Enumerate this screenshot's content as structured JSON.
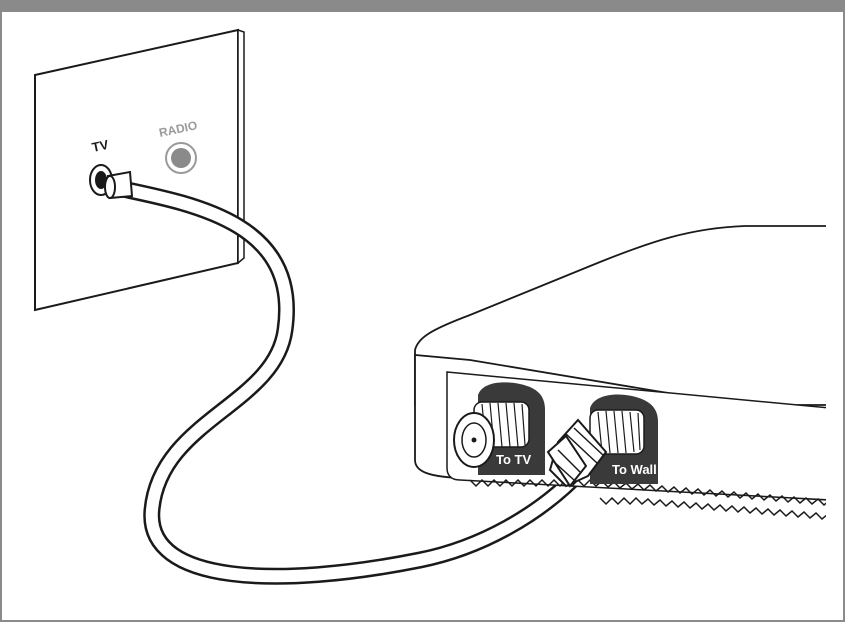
{
  "wall_plate": {
    "tv_label": "TV",
    "radio_label": "RADIO"
  },
  "set_top_box": {
    "port_left_label": "To TV",
    "port_right_label": "To Wall"
  },
  "colors": {
    "frame_border": "#8a8a8a",
    "line": "#1a1a1a",
    "port_badge": "#3a3a3a",
    "radio_label": "#9a9a9a",
    "box_outline": "#b0b0b0"
  }
}
